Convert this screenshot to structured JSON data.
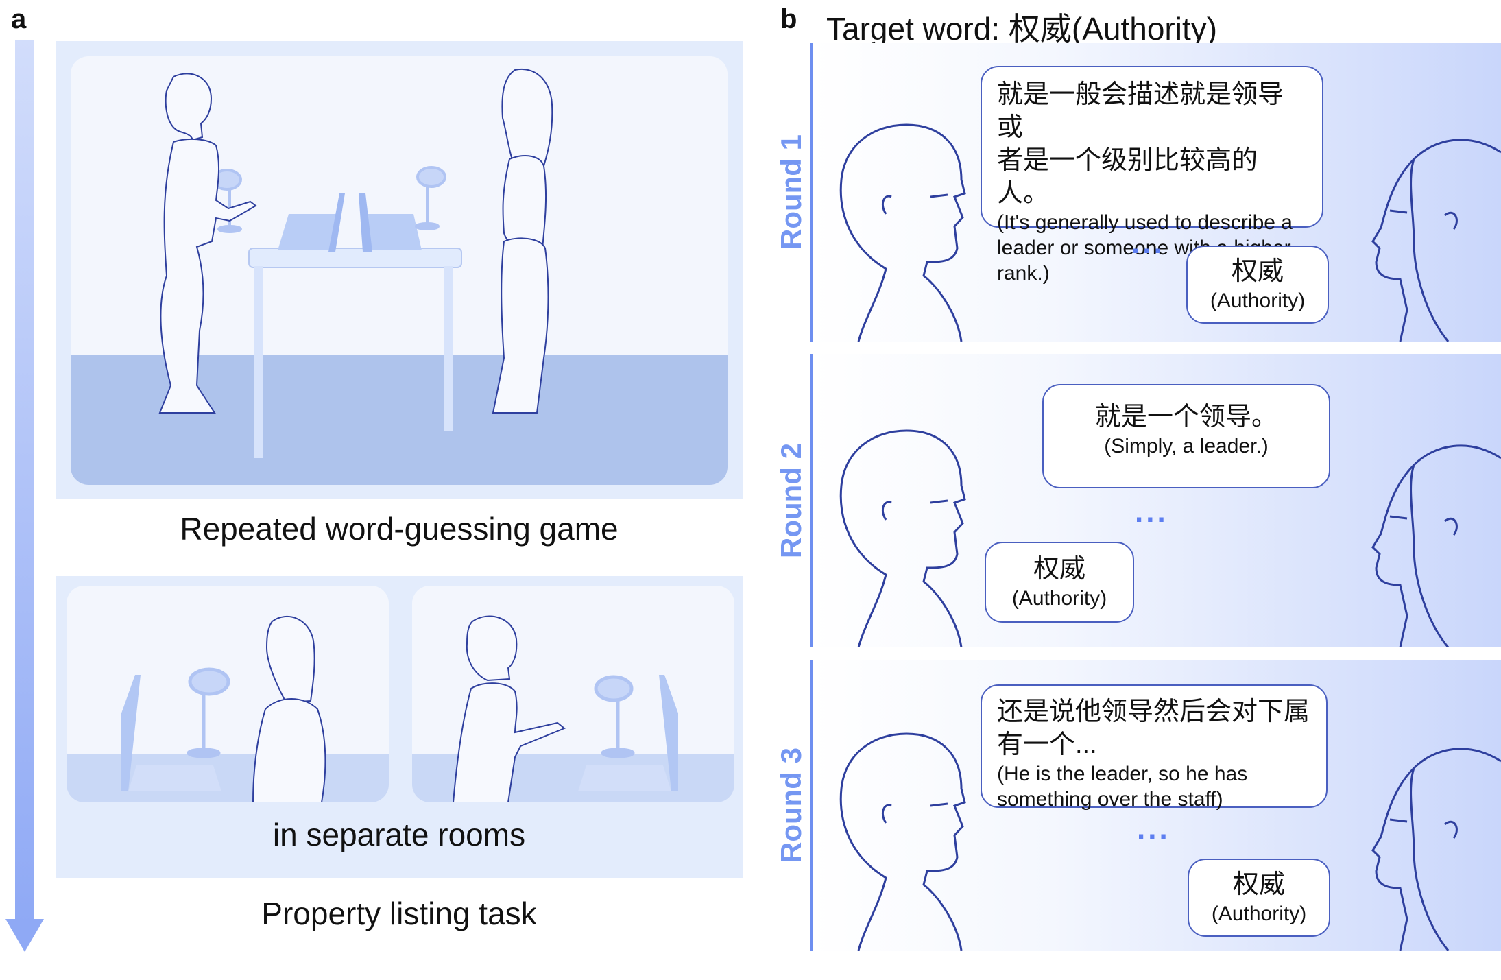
{
  "panel_a": {
    "letter": "a",
    "caption_game": "Repeated word-guessing game",
    "caption_rooms": "in separate rooms",
    "caption_listing": "Property listing task"
  },
  "panel_b": {
    "letter": "b",
    "target_word_title": "Target word: 权威(Authority)",
    "rounds": [
      {
        "label": "Round 1",
        "describer_zh_line1": "就是一般会描述就是领导或",
        "describer_zh_line2": "者是一个级别比较高的人。",
        "describer_en_line1": "(It's generally used to describe a",
        "describer_en_line2": "leader or someone with a higher",
        "describer_en_line3": "rank.)",
        "ellipsis": "...",
        "guess_zh": "权威",
        "guess_en": "(Authority)"
      },
      {
        "label": "Round 2",
        "describer_zh_line1": "就是一个领导。",
        "describer_en_line1": "(Simply, a leader.)",
        "ellipsis": "...",
        "guess_zh": "权威",
        "guess_en": "(Authority)"
      },
      {
        "label": "Round 3",
        "describer_zh_line1": "还是说他领导然后会对下属",
        "describer_zh_line2": "有一个...",
        "describer_en_line1": "(He is the leader, so he has",
        "describer_en_line2": "something over the staff)",
        "ellipsis": "...",
        "guess_zh": "权威",
        "guess_en": "(Authority)"
      }
    ]
  },
  "colors": {
    "accent_blue": "#6e8ff0",
    "round_label_blue": "#7597f2",
    "scene_background": "#e3ecfc",
    "floor_blue": "#aec3ec",
    "line_art": "#2e3f9e",
    "bubble_outline": "#4a5fc0"
  },
  "icons": [
    "person-figure-icon",
    "table-icon",
    "laptop-icon",
    "microphone-icon",
    "head-profile-icon",
    "speech-bubble-icon"
  ]
}
